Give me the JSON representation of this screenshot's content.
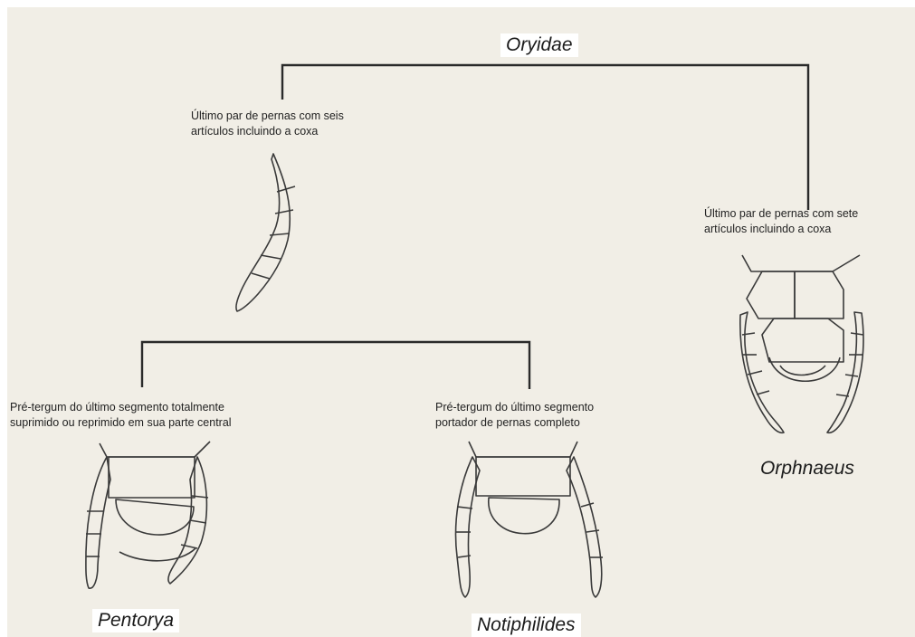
{
  "root": {
    "name": "Oryidae"
  },
  "characters": {
    "six_articles": [
      "Último par de pernas com seis",
      "artículos incluindo a coxa"
    ],
    "seven_articles": [
      "Último par de pernas com sete",
      "artículos incluindo a coxa"
    ],
    "pretergum_suppressed": [
      "Pré-tergum do último segmento totalmente",
      "suprimido ou reprimido em sua parte central"
    ],
    "pretergum_complete": [
      "Pré-tergum do último segmento",
      "portador de pernas completo"
    ]
  },
  "taxa": {
    "pentorya": "Pentorya",
    "notiphilides": "Notiphilides",
    "orphnaeus": "Orphnaeus"
  }
}
